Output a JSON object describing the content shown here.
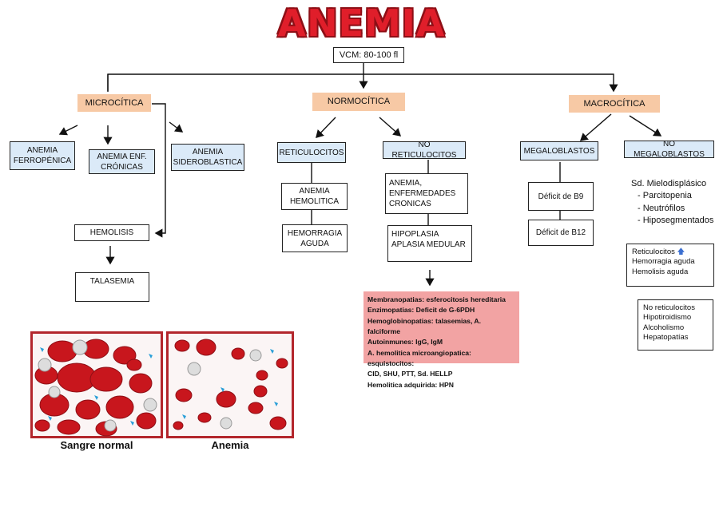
{
  "title": "ANEMIA",
  "vcm": "VCM: 80-100 fl",
  "categories": {
    "micro": "MICROCÍTICA",
    "normo": "NORMOCÍTICA",
    "macro": "MACROCÍTICA"
  },
  "micro_items": {
    "ferro": "ANEMIA FERROPÉNICA",
    "cronicas": "ANEMIA ENF. CRÓNICAS",
    "sidero": "ANEMIA SIDEROBLASTICA",
    "hemolisis": "HEMOLISIS",
    "talasemia": "TALASEMIA"
  },
  "normo_items": {
    "reticulocitos": "RETICULOCITOS",
    "no_reticulocitos": "NO RETICULOCITOS",
    "hemolitica": "ANEMIA HEMOLITICA",
    "hemorragia": "HEMORRAGIA AGUDA",
    "enf_cronicas": "ANEMIA, ENFERMEDADES CRONICAS",
    "hipoplasia": "HIPOPLASIA APLASIA MEDULAR"
  },
  "macro_items": {
    "megaloblastos": "MEGALOBLASTOS",
    "no_megaloblastos": "NO MEGALOBLASTOS",
    "b9": "Déficit de B9",
    "b12": "Déficit de B12",
    "mielodisplasico_title": "Sd. Mielodisplásico",
    "mielodisplasico_list": [
      "Parcitopenia",
      "Neutrófilos",
      "Hiposegmentados"
    ],
    "reticulocitos_box": [
      "Reticulocitos",
      "Hemorragia aguda",
      "Hemolisis aguda"
    ],
    "no_reticulocitos_box": [
      "No reticulocitos",
      "Hipotiroidismo",
      "Alcoholismo",
      "Hepatopatías"
    ]
  },
  "hemolitica_causes": [
    "Membranopatias: esferocitosis hereditaria",
    "Enzimopatias: Deficit de G-6PDH",
    "Hemoglobinopatias: talasemias, A. falciforme",
    "Autoinmunes: IgG, IgM",
    "A. hemolitica microangiopatica: esquistocitos:",
    "CID, SHU, PTT, Sd. HELLP",
    "Hemolitica adquirida: HPN"
  ],
  "captions": {
    "normal": "Sangre normal",
    "anemia": "Anemia"
  },
  "colors": {
    "title": "#e01e2a",
    "peach": "#f7c9a5",
    "blue_box": "#dbeaf8",
    "pink_box": "#f2a3a3",
    "panel_border": "#b3262c",
    "rbc": "#c8161d"
  }
}
